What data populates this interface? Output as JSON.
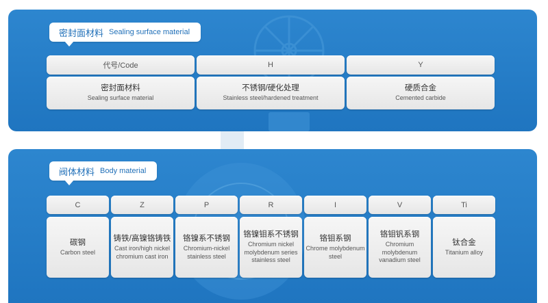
{
  "sealing_section": {
    "title_cn": "密封面材料",
    "title_en": "Sealing surface material",
    "headers": [
      "代号/Code",
      "H",
      "Y"
    ],
    "rows": [
      {
        "cn": "密封面材料",
        "en": "Sealing surface material"
      },
      {
        "cn": "不锈钢/硬化处理",
        "en": "Stainless steel/hardened treatment"
      },
      {
        "cn": "硬质合金",
        "en": "Cemented carbide"
      }
    ]
  },
  "body_section": {
    "title_cn": "阀体材料",
    "title_en": "Body material",
    "headers": [
      "C",
      "Z",
      "P",
      "R",
      "I",
      "V",
      "Ti"
    ],
    "rows": [
      {
        "cn": "碳钢",
        "en": "Carbon steel"
      },
      {
        "cn": "铸铁/高镍铬铸铁",
        "en": "Cast iron/high nickel chromium cast iron"
      },
      {
        "cn": "铬镍系不锈钢",
        "en": "Chromium-nickel stainless steel"
      },
      {
        "cn": "铬镍钼系不锈钢",
        "en": "Chromium nickel molybdenum series stainless steel"
      },
      {
        "cn": "铬钼系钢",
        "en": "Chrome molybdenum steel"
      },
      {
        "cn": "铬钼钒系钢",
        "en": "Chromium molybdenum vanadium steel"
      },
      {
        "cn": "钛合金",
        "en": "Titanium alloy"
      }
    ]
  },
  "colors": {
    "panel_blue": "#2680c8",
    "title_blue": "#1f6fb8",
    "cell_grey": "#ececec"
  }
}
